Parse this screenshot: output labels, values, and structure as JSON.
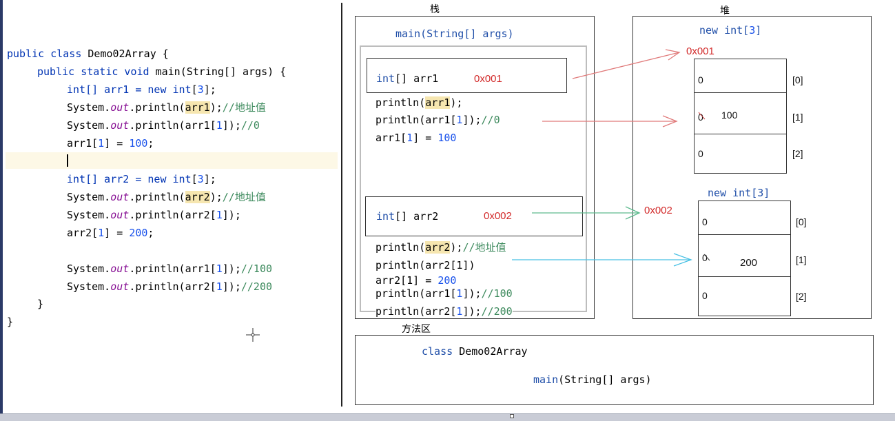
{
  "code": {
    "line1": [
      "public class ",
      "Demo02Array {"
    ],
    "line2": [
      "public static void ",
      "main(String[] args) {"
    ],
    "line3": [
      "int[] arr1 = ",
      "new int",
      "[",
      "3",
      "];"
    ],
    "line4": [
      "System.",
      "out",
      ".println(",
      "arr1",
      ");",
      "//地址值"
    ],
    "line5": [
      "System.",
      "out",
      ".println(arr1[",
      "1",
      "]);",
      "//0"
    ],
    "line6": [
      "arr1[",
      "1",
      "] = ",
      "100",
      ";"
    ],
    "line7": [
      "int[] arr2 = ",
      "new int",
      "[",
      "3",
      "];"
    ],
    "line8": [
      "System.",
      "out",
      ".println(",
      "arr2",
      ");",
      "//地址值"
    ],
    "line9": [
      "System.",
      "out",
      ".println(arr2[",
      "1",
      "]);"
    ],
    "line10": [
      "arr2[",
      "1",
      "] = ",
      "200",
      ";"
    ],
    "line11": [
      "System.",
      "out",
      ".println(arr1[",
      "1",
      "]);",
      "//100"
    ],
    "line12": [
      "System.",
      "out",
      ".println(arr2[",
      "1",
      "]);",
      "//200"
    ],
    "close_inner": "}",
    "close_outer": "}"
  },
  "diagram": {
    "stack_title": "栈",
    "heap_title": "堆",
    "method_area_title": "方法区",
    "stack_frame_label": "main(String[] args)",
    "arr1_decl": [
      "int",
      "[] arr1"
    ],
    "arr1_addr": "0x001",
    "stack_lines_1": {
      "println_arr1": [
        "println(",
        "arr1",
        ");"
      ],
      "println_arr1_1": [
        "println(arr1[",
        "1",
        "]);",
        "//0"
      ],
      "assign_arr1": [
        "arr1[",
        "1",
        "] = ",
        "100"
      ]
    },
    "arr2_decl": [
      "int",
      "[] arr2"
    ],
    "arr2_addr": "0x002",
    "stack_lines_2": {
      "println_arr2": [
        "println(",
        "arr2",
        ");",
        "//地址值"
      ],
      "println_arr2_1": "println(arr2[1])",
      "assign_arr2": [
        "arr2[1] = ",
        "200"
      ],
      "println_arr1_1b": [
        "println(arr1[",
        "1",
        "]);",
        "//100"
      ],
      "println_arr2_1b": [
        "println(arr2[",
        "1",
        "]);",
        "//200"
      ]
    },
    "heap_array1": {
      "title": [
        "new int",
        "[",
        "3",
        "]"
      ],
      "addr": "0x001",
      "cells": [
        "0",
        "0",
        "0"
      ],
      "new_value": "100",
      "indices": [
        "[0]",
        "[1]",
        "[2]"
      ]
    },
    "heap_array2": {
      "title": "new int[3]",
      "addr": "0x002",
      "cells": [
        "0",
        "0",
        "0"
      ],
      "new_value": "200",
      "indices": [
        "[0]",
        "[1]",
        "[2]"
      ]
    },
    "method_area": {
      "class_line": [
        "class ",
        "Demo02Array"
      ],
      "method_line": [
        "main",
        "(String[] args)"
      ]
    }
  },
  "colors": {
    "keyword": "#0033b3",
    "number": "#1750eb",
    "comment": "#3d8a5d",
    "address_red": "#d22a2a",
    "arrow_red": "#e07a7a",
    "arrow_green": "#5dbb8e",
    "arrow_teal": "#49c1e4"
  }
}
